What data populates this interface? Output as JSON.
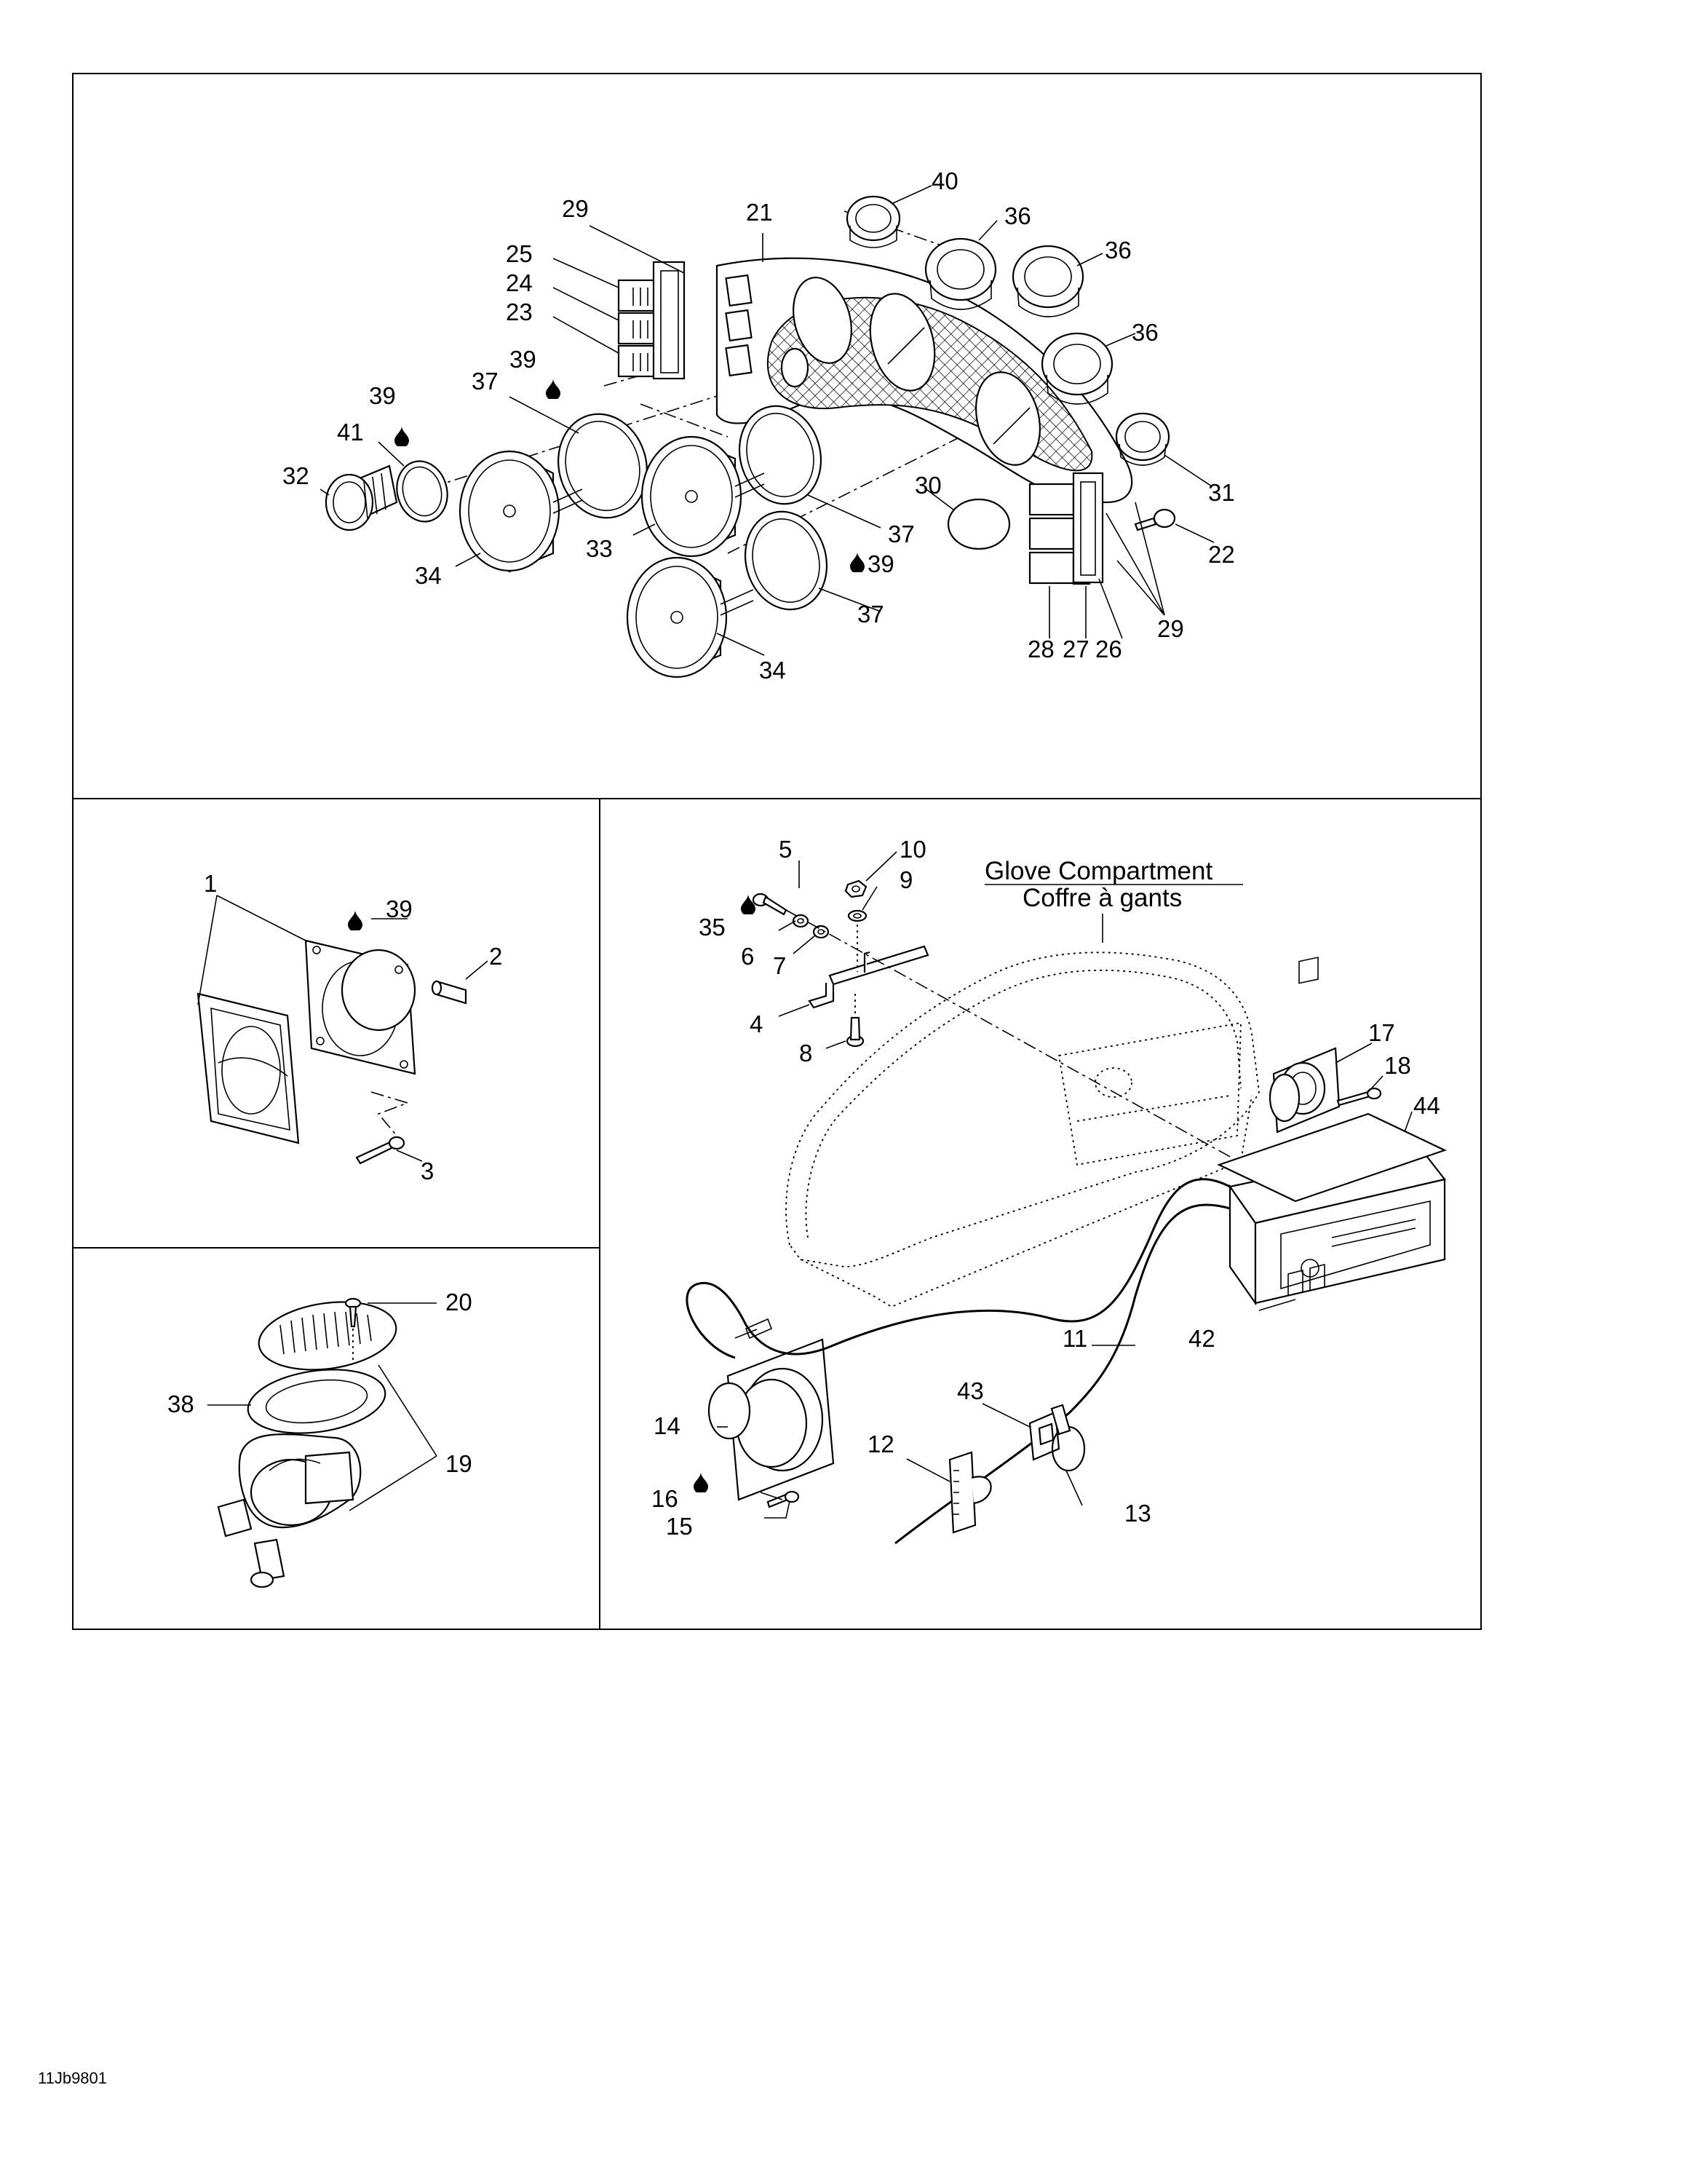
{
  "diagram": {
    "glove_title_en": "Glove Compartment",
    "glove_title_fr": "Coffre à gants",
    "reference_code": "11Jb9801",
    "callouts": {
      "c1": "1",
      "c2": "2",
      "c3": "3",
      "c4": "4",
      "c5": "5",
      "c6": "6",
      "c7": "7",
      "c8": "8",
      "c9": "9",
      "c10": "10",
      "c11": "11",
      "c12": "12",
      "c13": "13",
      "c14": "14",
      "c15": "15",
      "c16": "16",
      "c17": "17",
      "c18": "18",
      "c19": "19",
      "c20": "20",
      "c21": "21",
      "c22": "22",
      "c23": "23",
      "c24": "24",
      "c25": "25",
      "c26": "26",
      "c27": "27",
      "c28": "28",
      "c29a": "29",
      "c29b": "29",
      "c30": "30",
      "c31": "31",
      "c32": "32",
      "c33": "33",
      "c34a": "34",
      "c34b": "34",
      "c35": "35",
      "c36a": "36",
      "c36b": "36",
      "c36c": "36",
      "c37a": "37",
      "c37b": "37",
      "c37c": "37",
      "c38": "38",
      "c39a": "39",
      "c39b": "39",
      "c39c": "39",
      "c39d": "39",
      "c40": "40",
      "c41": "41",
      "c42": "42",
      "c43": "43",
      "c44": "44"
    }
  }
}
